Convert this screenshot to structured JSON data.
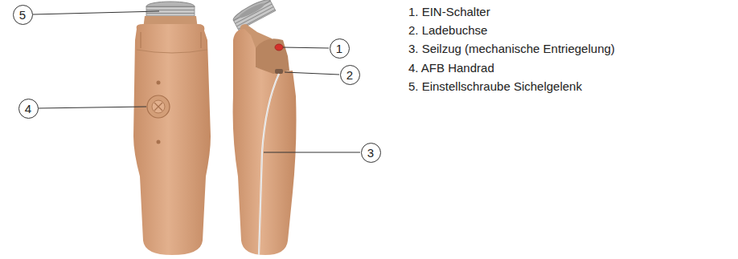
{
  "diagram": {
    "nodes": [
      {
        "text": [
          "5"
        ]
      },
      {
        "text": [
          "4"
        ]
      },
      {
        "text": [
          "1"
        ]
      },
      {
        "text": [
          "2"
        ]
      },
      {
        "text": [
          "3"
        ]
      }
    ],
    "labels": [
      "1. EIN-Schalter",
      "2. Ladebuchse",
      "3. Seilzug (mechanische Entriegelung)",
      "4. AFB Handrad",
      "5. Einstellschraube Sichelgelenk"
    ]
  }
}
